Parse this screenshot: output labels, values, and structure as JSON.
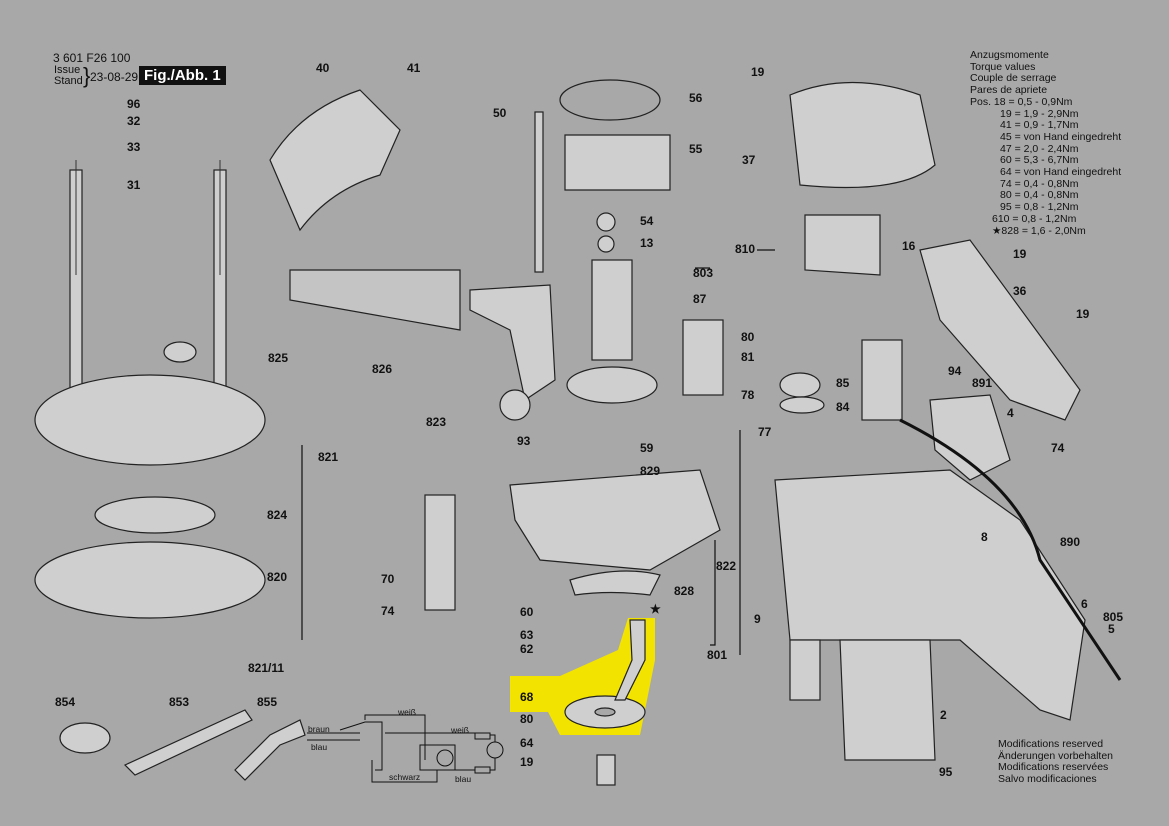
{
  "header": {
    "part_number": "3 601 F26 100",
    "issue_label": "Issue",
    "stand_label": "Stand",
    "date": "23-08-29",
    "figure": "Fig./Abb. 1"
  },
  "torque": {
    "title_de": "Anzugsmomente",
    "title_en": "Torque values",
    "title_fr": "Couple de serrage",
    "title_es": "Pares de apriete",
    "rows": [
      "Pos. 18 = 0,5 - 0,9Nm",
      "19 = 1,9 - 2,9Nm",
      "41 = 0,9 - 1,7Nm",
      "45 = von Hand eingedreht",
      "47 = 2,0 - 2,4Nm",
      "60 = 5,3 - 6,7Nm",
      "64 = von Hand eingedreht",
      "74 = 0,4 - 0,8Nm",
      "80 = 0,4 - 0,8Nm",
      "95 = 0,8 - 1,2Nm",
      "610 = 0,8 - 1,2Nm",
      "★828 = 1,6 - 2,0Nm"
    ]
  },
  "modifications": [
    "Modifications reserved",
    "Änderungen vorbehalten",
    "Modifications reservées",
    "Salvo modificaciones"
  ],
  "wiring": {
    "brown": "braun",
    "blue_in": "blau",
    "white_top": "weiß",
    "white_right": "weiß",
    "black": "schwarz",
    "blue_out": "blau"
  },
  "part_labels": [
    "40",
    "41",
    "96",
    "32",
    "33",
    "31",
    "50",
    "56",
    "55",
    "54",
    "13",
    "803",
    "87",
    "59",
    "829",
    "93",
    "825",
    "826",
    "823",
    "821",
    "824",
    "820",
    "821/11",
    "70",
    "74",
    "822",
    "828",
    "60",
    "63",
    "62",
    "68",
    "80",
    "64",
    "19",
    "854",
    "853",
    "855",
    "19",
    "37",
    "810",
    "16",
    "19",
    "36",
    "19",
    "80",
    "81",
    "78",
    "85",
    "84",
    "94",
    "891",
    "4",
    "74",
    "77",
    "8",
    "890",
    "9",
    "801",
    "6",
    "805",
    "5",
    "2",
    "95"
  ],
  "colors": {
    "background": "#a8a8a8",
    "highlight": "#f5e600"
  }
}
